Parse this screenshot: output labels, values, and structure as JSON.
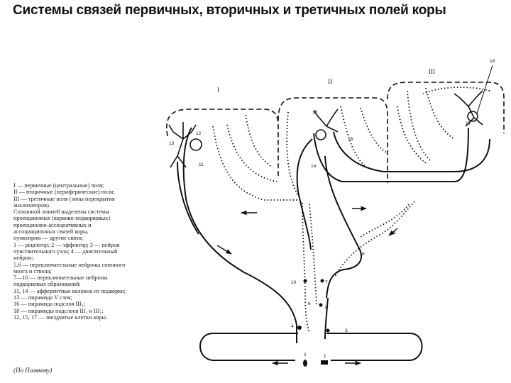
{
  "title": "Системы связей первичных, вторичных и третичных полей коры",
  "fields": {
    "I": "I",
    "II": "II",
    "III": "III"
  },
  "numbers": {
    "n1": "1",
    "n2": "2",
    "n3": "3",
    "n4": "4",
    "n5": "5",
    "n6": "6",
    "n7": "7",
    "n8": "8",
    "n9": "9",
    "n10": "10",
    "n11": "11",
    "n12": "12",
    "n13": "13",
    "n14": "14",
    "n15": "15",
    "n16": "16",
    "n17": "17",
    "n18": "18"
  },
  "legend": [
    "I — первичные (центральные) поля;",
    "II — вторичные (периферические) поля;",
    "III — третичные поля (зоны перекрытия",
    "анализаторов).",
    "Сплошной линией выделены системы",
    "проекционных (корково-подкорковых)",
    "проекционно-ассоциативных и",
    "ассоциационных связей коры,",
    "пунктиром — другие связи;",
    " 1 — рецептор; 2 — эффектор; 3 — нейрон",
    "чувствительного узла; 4 — двигательный",
    "нейрон;",
    "5,6 — переключательные нейроны спинного",
    "мозга и ствола;",
    "7—10 — переключательные нейроны",
    "подкорковых образований;",
    "11, 14 — афферентные волокна из подкорки;",
    "13 — пирамида V слоя;",
    "16 — пирамида подслоя III₃;",
    "18 — пирамиды подслоев III₂ и III₁;",
    "12, 15, 17 — звездчатые клетки коры."
  ],
  "source": "(По Полякову)"
}
